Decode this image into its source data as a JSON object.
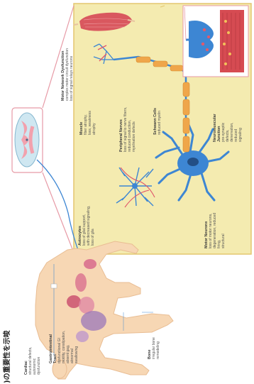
{
  "figure": {
    "title": ")の重要性を示唆"
  },
  "labels": {
    "cardiac_title": "Cardiac",
    "cardiac_l1": "structural defects,",
    "cardiac_l2": "autonomic",
    "cardiac_l3": "dysfunction",
    "gi_title": "Gastrointestinal",
    "gi_sub": "Tract",
    "gi_l1": "dysfunctional GI",
    "gi_l2": "motility, constipation,",
    "gi_l3": "absent gag,",
    "gi_l4": "abnormal",
    "gi_l5": "swallowing",
    "bone_title": "Bone",
    "bone_l1": "irregular bone",
    "bone_l2": "remodeling",
    "motor_title": "Motor Network Dysfunction",
    "motor_l1": "complex motor circuit dysfunction",
    "motor_l2": "loss of signal relays neurons",
    "astro_title": "Astrocytes",
    "astro_l1": "loss of glial support,",
    "astro_l2": "with decreased signaling,",
    "astro_l3": "loss of glia",
    "muscle_title": "Muscle",
    "muscle_l1": "fiber atrophy,",
    "muscle_l2": "loss, weakness",
    "muscle_l3": "atrophy",
    "pnerves_title": "Peripheral Nerves",
    "pnerves_l1": "loss of signal to nerve fibers,",
    "pnerves_l2": "reduced conduction,",
    "pnerves_l3": "myelination defects",
    "schwann_title": "Schwann Cells",
    "schwann_l1": "reduced myelin",
    "mneuron_title": "Motor Neurons",
    "mneuron_l1": "loss of motor neurons,",
    "mneuron_l2": "degeneration, reduced",
    "mneuron_l3": "firing,",
    "mneuron_l4": "structural",
    "nmj_title": "Neuromuscular",
    "nmj_sub": "Junction",
    "nmj_l1": "pre-synaptic",
    "nmj_l2": "defects,",
    "nmj_l3": "denervation,",
    "nmj_l4": "reduced",
    "nmj_l5": "signaling"
  },
  "colors": {
    "panel_bg": "#f4ebb0",
    "panel_border": "#e3c66f",
    "connector": "#e79aa6",
    "neuron_blue": "#3d86d3",
    "myelin_orange": "#efa64a",
    "muscle_red": "#d9585f",
    "skin": "#f7d7b4",
    "organ_pink": "#d86a8c",
    "organ_purple": "#9b77b9"
  },
  "icons": [
    "spinal-cord-cross-section-icon",
    "human-body-outline",
    "motor-neuron-illustration",
    "astrocyte-illustration",
    "muscle-fiber-illustration",
    "neuromuscular-junction-inset"
  ]
}
